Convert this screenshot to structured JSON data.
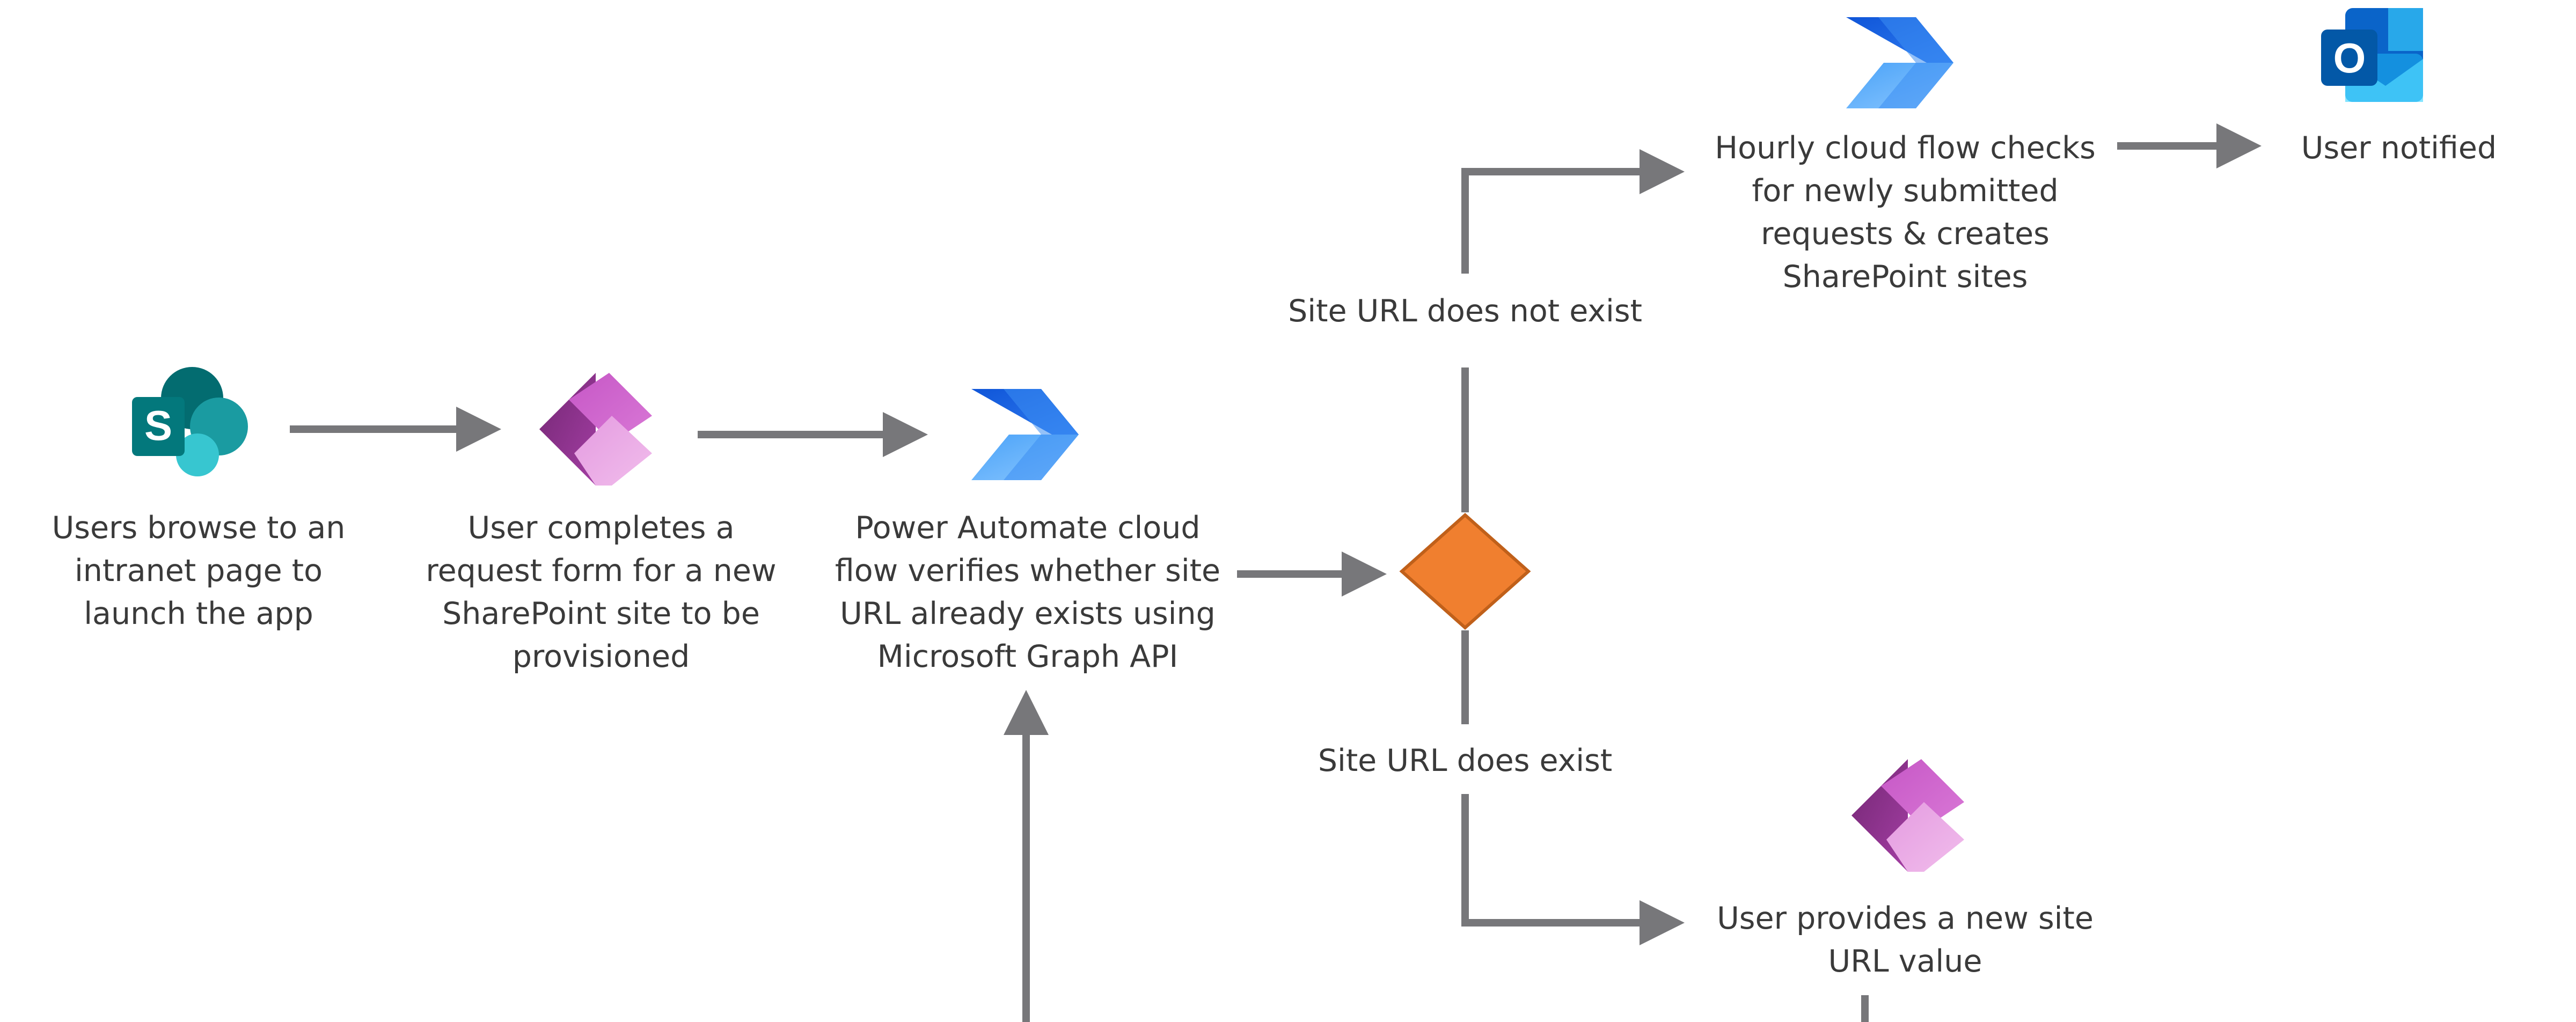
{
  "nodes": {
    "sharepoint": {
      "icon": "sharepoint-icon",
      "lines": [
        "Users browse to an",
        "intranet page to",
        "launch the app"
      ]
    },
    "request_form": {
      "icon": "power-apps-icon",
      "lines": [
        "User completes a",
        "request form for a new",
        "SharePoint site to be",
        "provisioned"
      ]
    },
    "verify_flow": {
      "icon": "power-automate-icon",
      "lines": [
        "Power Automate cloud",
        "flow verifies whether site",
        "URL already exists using",
        "Microsoft Graph API"
      ]
    },
    "hourly_flow": {
      "icon": "power-automate-icon",
      "lines": [
        "Hourly cloud flow checks",
        "for newly submitted",
        "requests & creates",
        "SharePoint sites"
      ]
    },
    "notify": {
      "icon": "outlook-icon",
      "lines": [
        "User notified"
      ]
    },
    "new_url": {
      "icon": "power-apps-icon",
      "lines": [
        "User provides a new site",
        "URL value"
      ]
    }
  },
  "conditions": {
    "not_exist": "Site URL does not  exist",
    "does_exist": "Site URL does exist"
  },
  "colors": {
    "arrow": "#77777a",
    "decision_fill": "#f07f2f",
    "decision_stroke": "#c0601a",
    "text": "#3a3a3a"
  }
}
